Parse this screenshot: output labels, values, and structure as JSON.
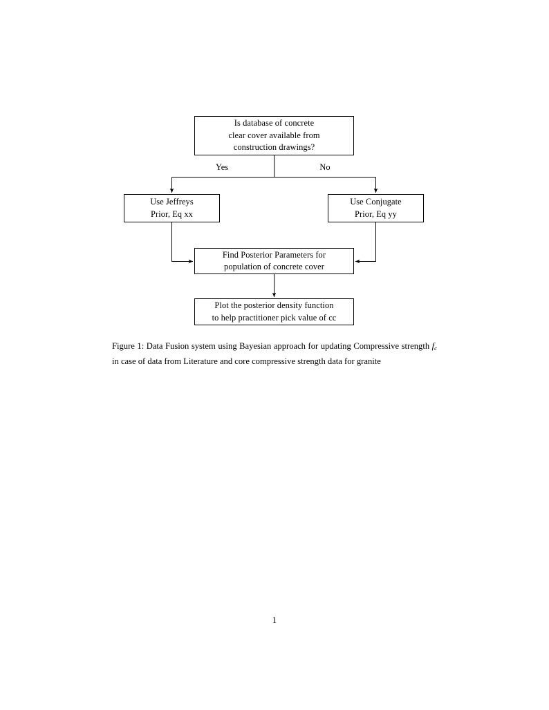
{
  "document": {
    "page_number": "1",
    "figure_label": "Figure 1:"
  },
  "flowchart": {
    "title": "Data Fusion system flowchart",
    "nodes": [
      {
        "id": "question",
        "name": "decision-database-available",
        "lines": [
          "Is database of concrete",
          "clear cover available from",
          "construction drawings?"
        ]
      },
      {
        "id": "jeffreys",
        "name": "use-jeffreys-prior",
        "lines": [
          "Use Jeffreys",
          "Prior, Eq xx"
        ]
      },
      {
        "id": "conjugate",
        "name": "use-conjugate-prior",
        "lines": [
          "Use Conjugate",
          "Prior, Eq yy"
        ]
      },
      {
        "id": "posterior",
        "name": "find-posterior-parameters",
        "lines": [
          "Find Posterior Parameters for",
          "population of concrete cover"
        ]
      },
      {
        "id": "plot",
        "name": "plot-posterior-density",
        "lines": [
          "Plot the posterior density function",
          "to help practitioner pick value of cc"
        ]
      }
    ],
    "branch_labels": {
      "yes": "Yes",
      "no": "No"
    },
    "line_color": "#000000"
  },
  "caption": {
    "prefix": "Figure 1:",
    "part1": " Data Fusion system using Bayesian approach for updating Compressive strength ",
    "symbol": "f",
    "symbol_subscript": "c",
    "part2": " in case of data from Literature and core compressive strength data for granite",
    "full_text": "Figure 1: Data Fusion system using Bayesian approach for updating Compressive strength fc in case of data from Literature and core compressive strength data for granite"
  }
}
